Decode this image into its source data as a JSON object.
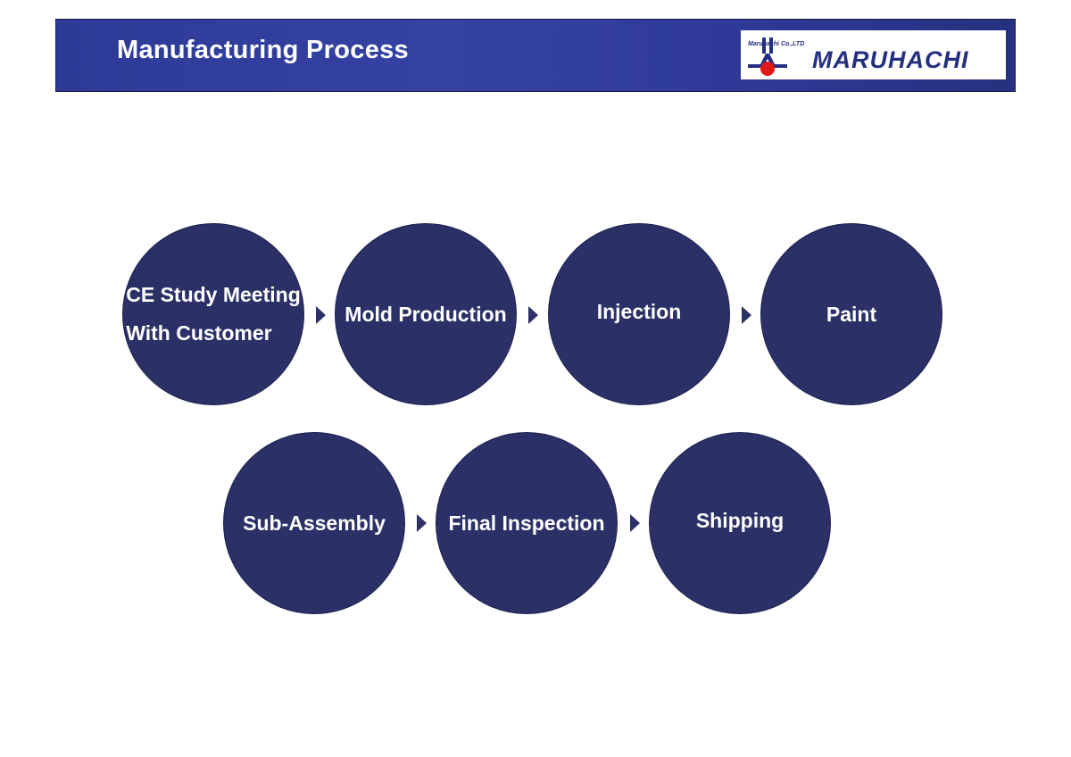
{
  "header": {
    "title": "Manufacturing Process"
  },
  "logo": {
    "company_small": "Maruhachi Co.,LTD",
    "brand": "MARUHACHI"
  },
  "colors": {
    "header_bg": "#3140a0",
    "circle": "#2b3166",
    "logo_red": "#e01818"
  },
  "steps": [
    {
      "lines": [
        "CE Study Meeting",
        "With Customer"
      ]
    },
    {
      "lines": [
        "Mold Production"
      ]
    },
    {
      "lines": [
        "Injection"
      ]
    },
    {
      "lines": [
        "Paint"
      ]
    },
    {
      "lines": [
        "Sub-Assembly"
      ]
    },
    {
      "lines": [
        "Final Inspection"
      ]
    },
    {
      "lines": [
        "Shipping"
      ]
    }
  ]
}
